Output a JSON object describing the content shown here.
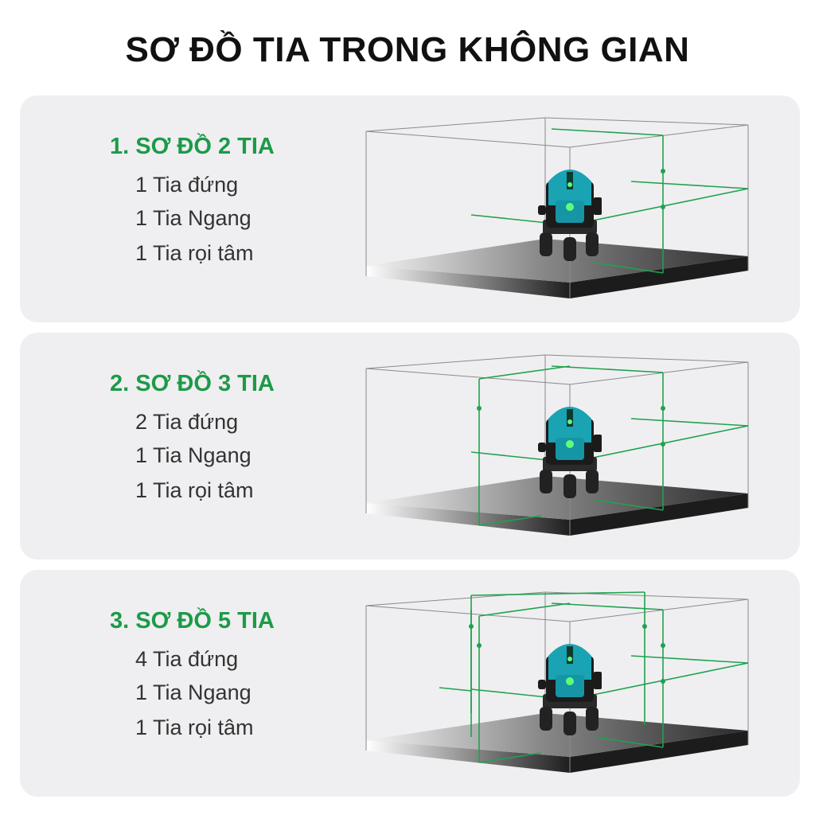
{
  "title": "SƠ ĐỒ TIA TRONG KHÔNG GIAN",
  "colors": {
    "accent": "#1d9a48",
    "laser": "#1fa24e",
    "device": "#1aa3b3"
  },
  "panels": [
    {
      "heading": "1. SƠ ĐỒ 2 TIA",
      "lines": [
        "1 Tia đứng",
        "1 Tia Ngang",
        "1 Tia rọi tâm"
      ]
    },
    {
      "heading": "2. SƠ ĐỒ 3 TIA",
      "lines": [
        "2 Tia đứng",
        "1 Tia Ngang",
        "1 Tia rọi tâm"
      ]
    },
    {
      "heading": "3. SƠ ĐỒ 5 TIA",
      "lines": [
        "4 Tia đứng",
        "1 Tia Ngang",
        "1 Tia rọi tâm"
      ]
    }
  ]
}
